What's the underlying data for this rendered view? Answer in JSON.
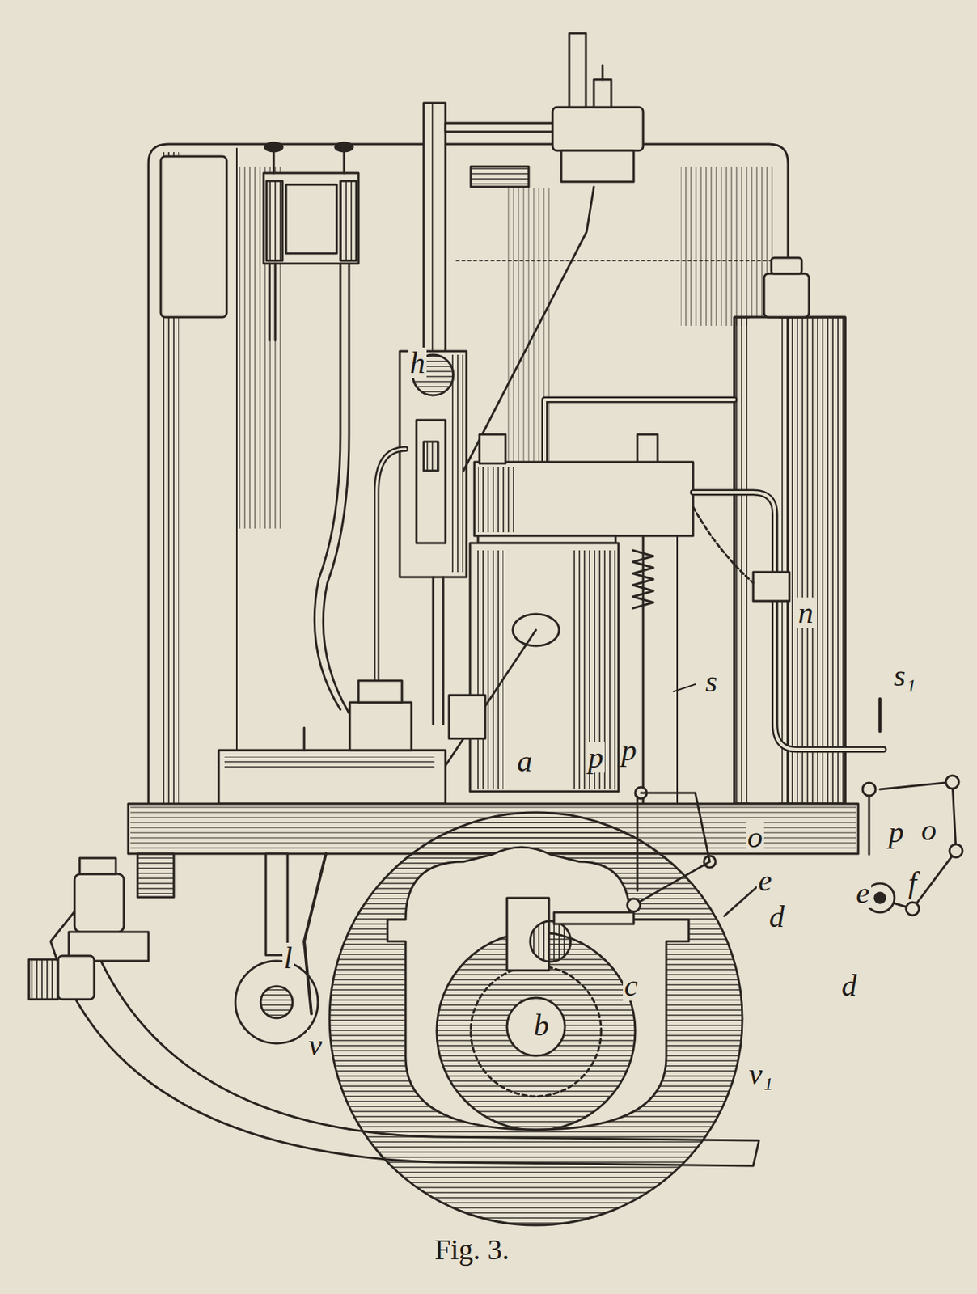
{
  "diagram": {
    "caption": "Fig. 3.",
    "labels": [
      "h",
      "a",
      "p",
      "p",
      "s",
      "s₁",
      "n",
      "o",
      "e",
      "d",
      "p",
      "o",
      "f",
      "e",
      "d",
      "l",
      "v",
      "b",
      "c",
      "v₁"
    ]
  }
}
